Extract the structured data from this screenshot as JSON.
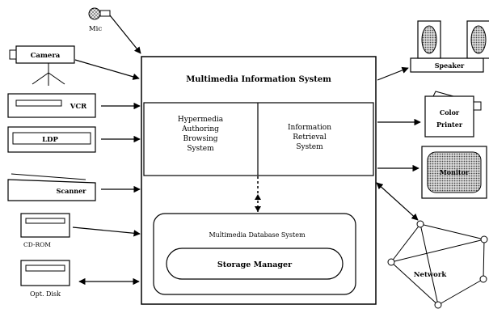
{
  "title": "Multimedia Information System",
  "inputs": {
    "mic": "Mic",
    "camera": "Camera",
    "vcr": "VCR",
    "ldp": "LDP",
    "scanner": "Scanner",
    "cdrom": "CD-ROM",
    "optdisk": "Opt. Disk"
  },
  "outputs": {
    "speaker": "Speaker",
    "printer_line1": "Color",
    "printer_line2": "Printer",
    "monitor": "Monitor",
    "network": "Network"
  },
  "modules": {
    "hypermedia": [
      "Hypermedia",
      "Authoring",
      "Browsing",
      "System"
    ],
    "retrieval": [
      "Information",
      "Retrieval",
      "System"
    ],
    "database": "Multimedia Database System",
    "storage": "Storage Manager"
  }
}
